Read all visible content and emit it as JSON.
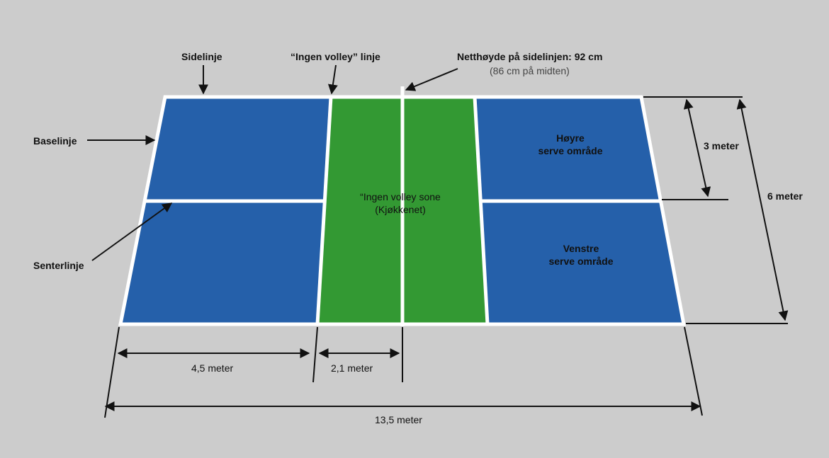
{
  "colors": {
    "background": "#cccccc",
    "court_blue": "#2560aa",
    "kitchen_green": "#339933",
    "line_white": "#ffffff",
    "annotation": "#111111"
  },
  "labels": {
    "sideline": "Sidelinje",
    "no_volley_line": "“Ingen volley” linje",
    "net_height": "Netthøyde på sidelinjen: 92 cm",
    "net_height_middle": "(86 cm på midten)",
    "baseline": "Baselinje",
    "centerline": "Senterlinje",
    "right_serve_line1": "Høyre",
    "right_serve_line2": "serve område",
    "left_serve_line1": "Venstre",
    "left_serve_line2": "serve område",
    "kitchen_line1": "“Ingen volley sone",
    "kitchen_line2": "(Kjøkkenet)"
  },
  "dimensions": {
    "service_length": "4,5 meter",
    "kitchen_depth": "2,1 meter",
    "total_length": "13,5 meter",
    "half_width": "3 meter",
    "total_width": "6 meter"
  }
}
